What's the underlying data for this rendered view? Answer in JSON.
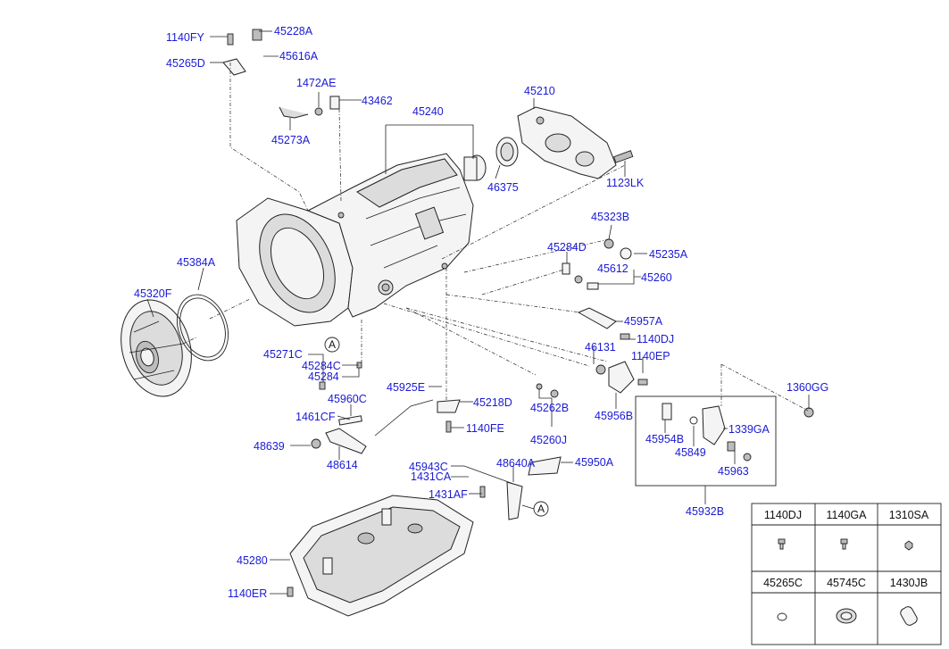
{
  "part_labels": [
    "1140FY",
    "45228A",
    "45265D",
    "45616A",
    "1472AE",
    "43462",
    "45273A",
    "45240",
    "45210",
    "46375",
    "1123LK",
    "45323B",
    "45235A",
    "45284D",
    "45612",
    "45260",
    "45384A",
    "45320F",
    "45957A",
    "46131",
    "1140DJ",
    "1140EP",
    "45271C",
    "45284C",
    "45284",
    "1360GG",
    "45925E",
    "45960C",
    "45218D",
    "45262B",
    "45956B",
    "1461CF",
    "1140FE",
    "45260J",
    "45954B",
    "1339GA",
    "48639",
    "48614",
    "45849",
    "45963",
    "45943C",
    "48640A",
    "45950A",
    "1431CA",
    "1431AF",
    "45932B",
    "45280",
    "1140ER"
  ],
  "callout_letters": [
    "A",
    "A"
  ],
  "reference_table": {
    "row1": [
      "1140DJ",
      "1140GA",
      "1310SA"
    ],
    "row2": [
      "45265C",
      "45745C",
      "1430JB"
    ]
  },
  "colors": {
    "label": "#1a1ad6",
    "line": "#222222",
    "background": "#ffffff"
  }
}
